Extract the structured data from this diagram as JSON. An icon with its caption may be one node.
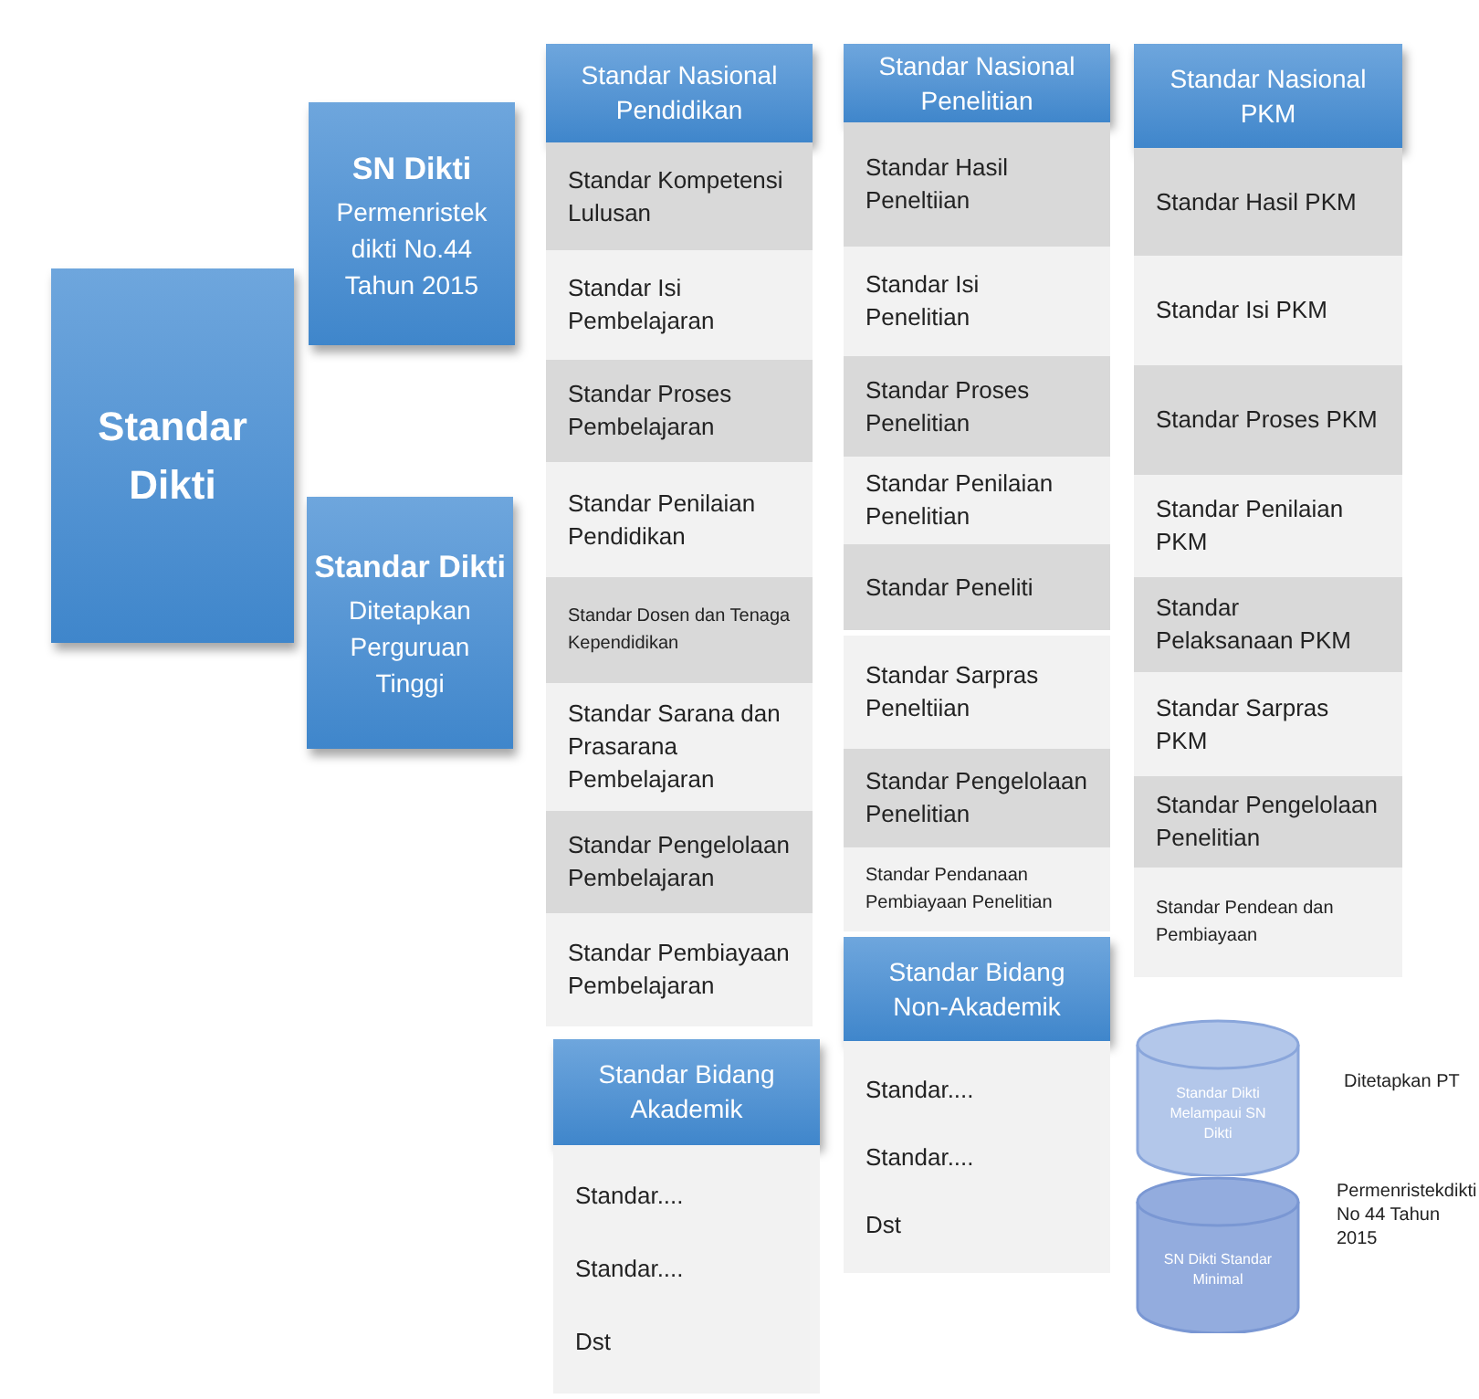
{
  "diagram": {
    "nodes": [
      {
        "text": [
          "Standar Dikti"
        ]
      },
      {
        "text": [
          "SN Dikti",
          "Permenristek dikti No.44 Tahun 2015"
        ]
      },
      {
        "text": [
          "Standar Dikti",
          "Ditetapkan Perguruan Tinggi"
        ]
      },
      {
        "text": [
          "Standar Nasional Pendidikan"
        ]
      },
      {
        "text": [
          "Standar Kompetensi Lulusan"
        ]
      },
      {
        "text": [
          "Standar Isi Pembelajaran"
        ]
      },
      {
        "text": [
          "Standar Proses Pembelajaran"
        ]
      },
      {
        "text": [
          "Standar Penilaian Pendidikan"
        ]
      },
      {
        "text": [
          "Standar Dosen dan Tenaga Kependidikan"
        ]
      },
      {
        "text": [
          "Standar Sarana dan Prasarana Pembelajaran"
        ]
      },
      {
        "text": [
          "Standar Pengelolaan Pembelajaran"
        ]
      },
      {
        "text": [
          "Standar Pembiayaan Pembelajaran"
        ]
      },
      {
        "text": [
          "Standar Bidang Akademik"
        ]
      },
      {
        "text": [
          "Standar....",
          "Standar....",
          "Dst"
        ]
      },
      {
        "text": [
          "Standar Nasional Penelitian"
        ]
      },
      {
        "text": [
          "Standar Hasil Peneltiian"
        ]
      },
      {
        "text": [
          "Standar Isi Penelitian"
        ]
      },
      {
        "text": [
          "Standar Proses Penelitian"
        ]
      },
      {
        "text": [
          "Standar Penilaian Penelitian"
        ]
      },
      {
        "text": [
          "Standar Peneliti"
        ]
      },
      {
        "text": [
          "Standar Sarpras Peneltiian"
        ]
      },
      {
        "text": [
          "Standar Pengelolaan Penelitian"
        ]
      },
      {
        "text": [
          "Standar Pendanaan Pembiayaan Penelitian"
        ]
      },
      {
        "text": [
          "Standar Bidang Non-Akademik"
        ]
      },
      {
        "text": [
          "Standar....",
          "Standar....",
          "Dst"
        ]
      },
      {
        "text": [
          "Standar Nasional PKM"
        ]
      },
      {
        "text": [
          "Standar Hasil PKM"
        ]
      },
      {
        "text": [
          "Standar Isi PKM"
        ]
      },
      {
        "text": [
          "Standar Proses PKM"
        ]
      },
      {
        "text": [
          "Standar Penilaian PKM"
        ]
      },
      {
        "text": [
          "Standar Pelaksanaan PKM"
        ]
      },
      {
        "text": [
          "Standar Sarpras PKM"
        ]
      },
      {
        "text": [
          "Standar Pengelolaan Penelitian"
        ]
      },
      {
        "text": [
          "Standar Pendean dan Pembiayaan"
        ]
      },
      {
        "text": [
          "Standar Dikti Melampaui SN Dikti"
        ],
        "beside": [
          "Ditetapkan PT"
        ]
      },
      {
        "text": [
          "SN Dikti Standar Minimal"
        ],
        "beside": [
          "Permenristekdikti No 44 Tahun 2015"
        ]
      }
    ],
    "edges": []
  }
}
